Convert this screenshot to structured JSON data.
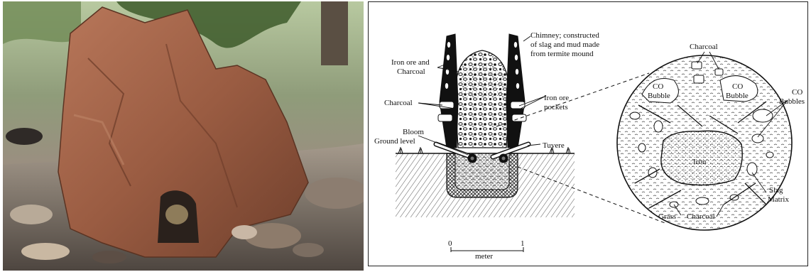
{
  "photo": {
    "alt": ""
  },
  "diagram": {
    "labels": {
      "chimney_line1": "Chimney; constructed",
      "chimney_line2": "of slag and mud made",
      "chimney_line3": "from termite mound",
      "iron_ore_charcoal_line1": "Iron ore and",
      "iron_ore_charcoal_line2": "Charcoal",
      "charcoal_left": "Charcoal",
      "iron_ore_pockets_line1": "Iron ore",
      "iron_ore_pockets_line2": "pockets",
      "bloom": "Bloom",
      "ground_level": "Ground level",
      "tuyere": "Tuyere",
      "scale_zero": "0",
      "scale_one": "1",
      "scale_unit": "meter"
    },
    "inset": {
      "charcoal_top": "Charcoal",
      "co_bubble_left_line1": "CO",
      "co_bubble_left_line2": "Bubble",
      "co_bubble_mid_line1": "CO",
      "co_bubble_mid_line2": "Bubble",
      "co_bubbles_line1": "CO",
      "co_bubbles_line2": "Bubbles",
      "iron": "Iron",
      "slag_matrix_line1": "Slag",
      "slag_matrix_line2": "Matrix",
      "grass": "Grass",
      "charcoal_bottom": "Charcoal"
    }
  }
}
